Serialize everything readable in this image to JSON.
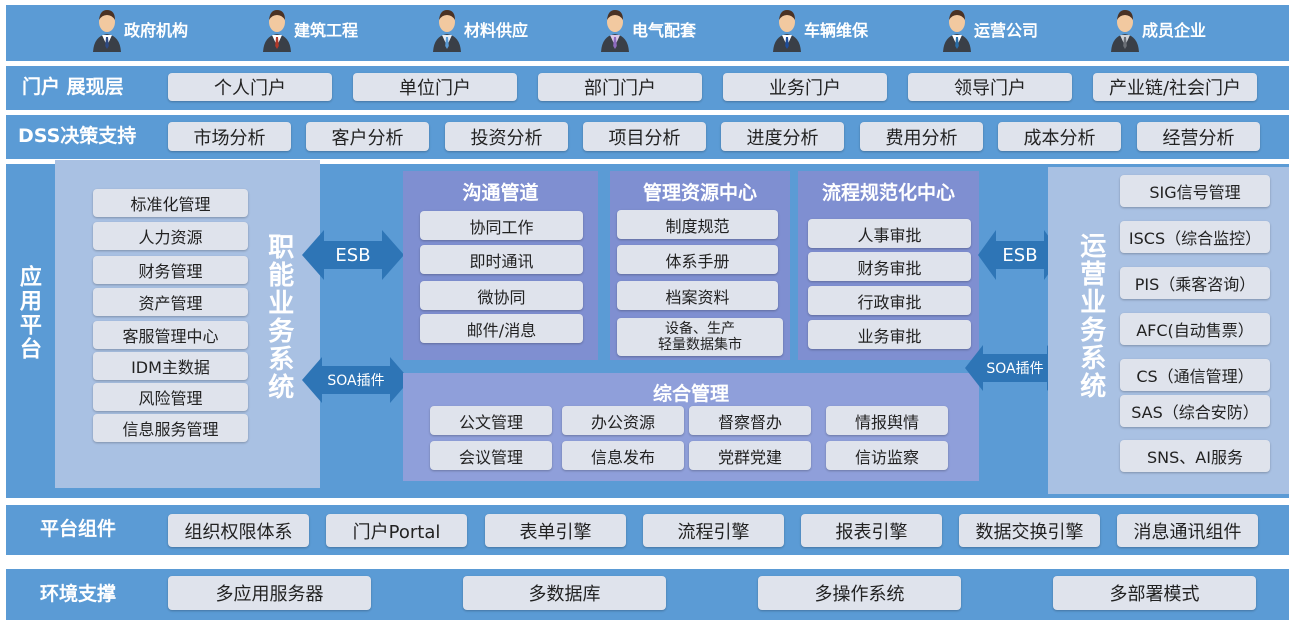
{
  "users": [
    {
      "label": "政府机构",
      "icon": "user-icon",
      "shirt": "#ffffff",
      "tie": "#2e4a82"
    },
    {
      "label": "建筑工程",
      "icon": "user-icon",
      "shirt": "#ffffff",
      "tie": "#b33a2a"
    },
    {
      "label": "材料供应",
      "icon": "user-icon",
      "shirt": "#e9eef4",
      "tie": "#5b9bd5"
    },
    {
      "label": "电气配套",
      "icon": "user-icon",
      "shirt": "#d9c8e8",
      "tie": "#8e6bbf"
    },
    {
      "label": "车辆维保",
      "icon": "user-icon",
      "shirt": "#ffffff",
      "tie": "#1e4d9a"
    },
    {
      "label": "运营公司",
      "icon": "user-icon",
      "shirt": "#ffffff",
      "tie": "#2a6ea8"
    },
    {
      "label": "成员企业",
      "icon": "user-icon",
      "shirt": "#d0d3d8",
      "tie": "#6b6f76"
    }
  ],
  "portal": {
    "label": "门户 展现层",
    "items": [
      "个人门户",
      "单位门户",
      "部门门户",
      "业务门户",
      "领导门户",
      "产业链/社会门户"
    ]
  },
  "dss": {
    "label": "DSS决策支持",
    "items": [
      "市场分析",
      "客户分析",
      "投资分析",
      "项目分析",
      "进度分析",
      "费用分析",
      "成本分析",
      "经营分析"
    ]
  },
  "app": {
    "label": "应用平台",
    "functional": {
      "title": "职能业务系统",
      "items": [
        "标准化管理",
        "人力资源",
        "财务管理",
        "资产管理",
        "客服管理中心",
        "IDM主数据",
        "风险管理",
        "信息服务管理"
      ]
    },
    "esb_left": "ESB",
    "soa_left": "SOA插件",
    "comm": {
      "title": "沟通管道",
      "items": [
        "协同工作",
        "即时通讯",
        "微协同",
        "邮件/消息"
      ]
    },
    "mgmt": {
      "title": "管理资源中心",
      "items": [
        "制度规范",
        "体系手册",
        "档案资料"
      ],
      "last_line1": "设备、生产",
      "last_line2": "轻量数据集市"
    },
    "flow": {
      "title": "流程规范化中心",
      "items": [
        "人事审批",
        "财务审批",
        "行政审批",
        "业务审批"
      ]
    },
    "integrated": {
      "title": "综合管理",
      "items": [
        "公文管理",
        "办公资源",
        "督察督办",
        "情报舆情",
        "会议管理",
        "信息发布",
        "党群党建",
        "信访监察"
      ]
    },
    "esb_right": "ESB",
    "soa_right": "SOA插件",
    "ops": {
      "title": "运营业务系统",
      "items": [
        "SIG信号管理",
        "ISCS（综合监控）",
        "PIS（乘客咨询）",
        "AFC(自动售票）",
        "CS（通信管理）",
        "SAS（综合安防）",
        "SNS、AI服务"
      ]
    }
  },
  "components": {
    "label": "平台组件",
    "items": [
      "组织权限体系",
      "门户Portal",
      "表单引擎",
      "流程引擎",
      "报表引擎",
      "数据交换引擎",
      "消息通讯组件"
    ]
  },
  "env": {
    "label": "环境支撑",
    "items": [
      "多应用服务器",
      "多数据库",
      "多操作系统",
      "多部署模式"
    ]
  },
  "colors": {
    "band": "#5b9bd5",
    "panel": "#a9c1e3",
    "pane": "#7f8fd1",
    "pane_light": "#8f9fda",
    "pill": "#dfe3ec",
    "arrow": "#2e75b6"
  }
}
